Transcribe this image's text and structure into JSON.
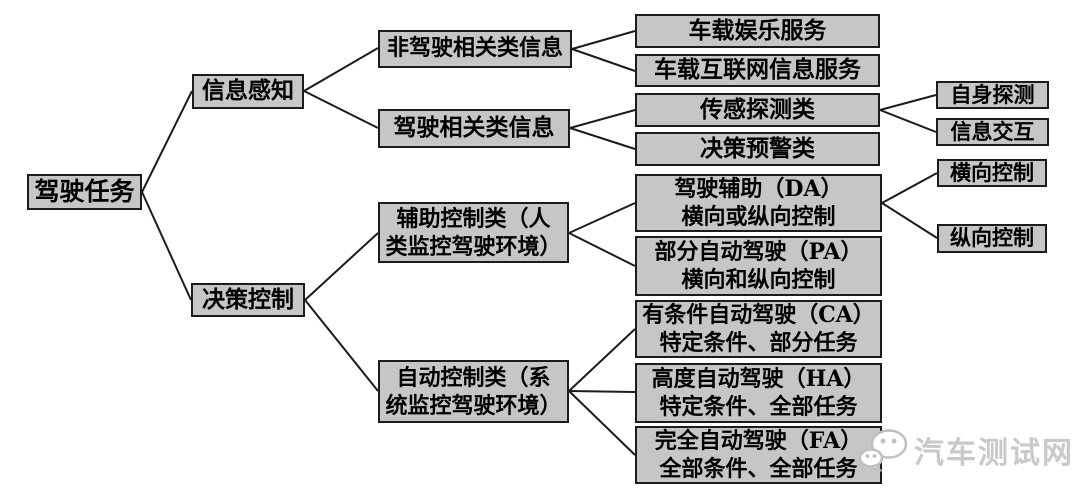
{
  "diagram": {
    "nodes": {
      "root": {
        "label": "驾驶任务"
      },
      "info_perception": {
        "label": "信息感知"
      },
      "decision_control": {
        "label": "决策控制"
      },
      "non_driving_info": {
        "label": "非驾驶相关类信息"
      },
      "driving_info": {
        "label": "驾驶相关类信息"
      },
      "assist_control": {
        "line1": "辅助控制类（人",
        "line2": "类监控驾驶环境）"
      },
      "auto_control": {
        "line1": "自动控制类（系",
        "line2": "统监控驾驶环境）"
      },
      "entertainment": {
        "label": "车载娱乐服务"
      },
      "internet_service": {
        "label": "车载互联网信息服务"
      },
      "sensor_detection": {
        "label": "传感探测类"
      },
      "decision_warning": {
        "label": "决策预警类"
      },
      "da": {
        "line1": "驾驶辅助（DA）",
        "line2": "横向或纵向控制"
      },
      "pa": {
        "line1": "部分自动驾驶（PA）",
        "line2": "横向和纵向控制"
      },
      "ca": {
        "line1": "有条件自动驾驶（CA）",
        "line2": "特定条件、部分任务"
      },
      "ha": {
        "line1": "高度自动驾驶（HA）",
        "line2": "特定条件、全部任务"
      },
      "fa": {
        "line1": "完全自动驾驶（FA）",
        "line2": "全部条件、全部任务"
      },
      "self_detection": {
        "label": "自身探测"
      },
      "info_interaction": {
        "label": "信息交互"
      },
      "lateral_control": {
        "label": "横向控制"
      },
      "longitudinal_control": {
        "label": "纵向控制"
      }
    },
    "colors": {
      "box_fill": "#c6c6c6",
      "box_border": "#1c1c1c",
      "connector": "#1c1c1c",
      "text": "#000000",
      "background": "#ffffff",
      "watermark": "#c9c9c9"
    }
  },
  "watermark": {
    "text": "汽车测试网",
    "icon": "wechat-logo-icon"
  }
}
